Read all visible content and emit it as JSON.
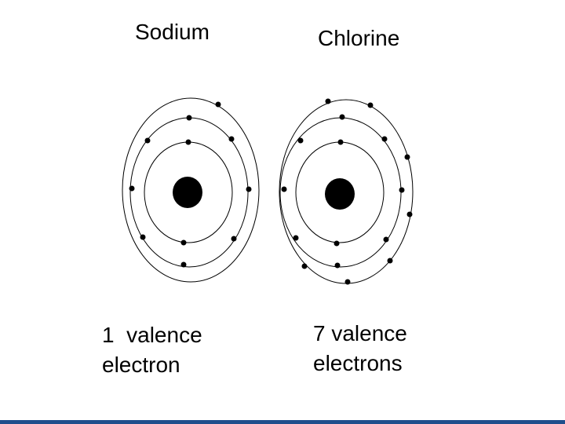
{
  "sodium": {
    "title": "Sodium",
    "caption_line1": "1  valence",
    "caption_line2": "electron",
    "electron_shells": [
      2,
      8,
      1
    ]
  },
  "chlorine": {
    "title": "Chlorine",
    "caption_line1": "7 valence",
    "caption_line2": "electrons",
    "electron_shells": [
      2,
      8,
      7
    ]
  },
  "colors": {
    "ink": "#000000",
    "background": "#ffffff",
    "bottom_bar": "#1f4e8c"
  }
}
